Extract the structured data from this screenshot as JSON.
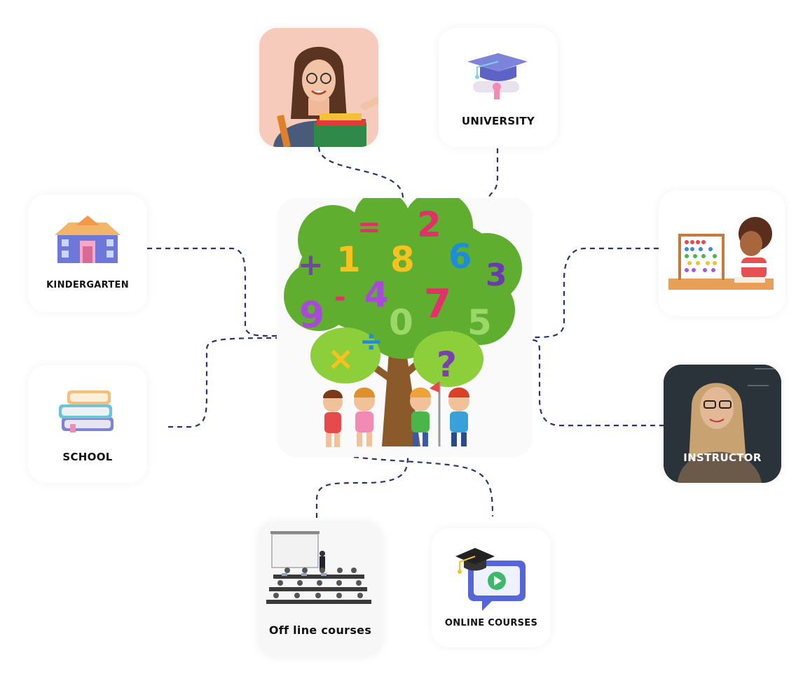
{
  "nodes": {
    "university": "UNIVERSITY",
    "kindergarten": "KINDERGARTEN",
    "school": "SCHOOL",
    "instructor": "INSTRUCTOR",
    "offline": "Off line courses",
    "online": "ONLINE COURSES"
  },
  "center_art": {
    "tree_numbers": [
      "=",
      "2",
      "+",
      "1",
      "8",
      "6",
      "3",
      "9",
      "-",
      "4",
      "7",
      "0",
      "5",
      "×",
      "÷",
      "?"
    ]
  },
  "colors": {
    "connector": "#27346e",
    "tree_green": "#5fae2f",
    "trunk": "#8a5a2b"
  }
}
